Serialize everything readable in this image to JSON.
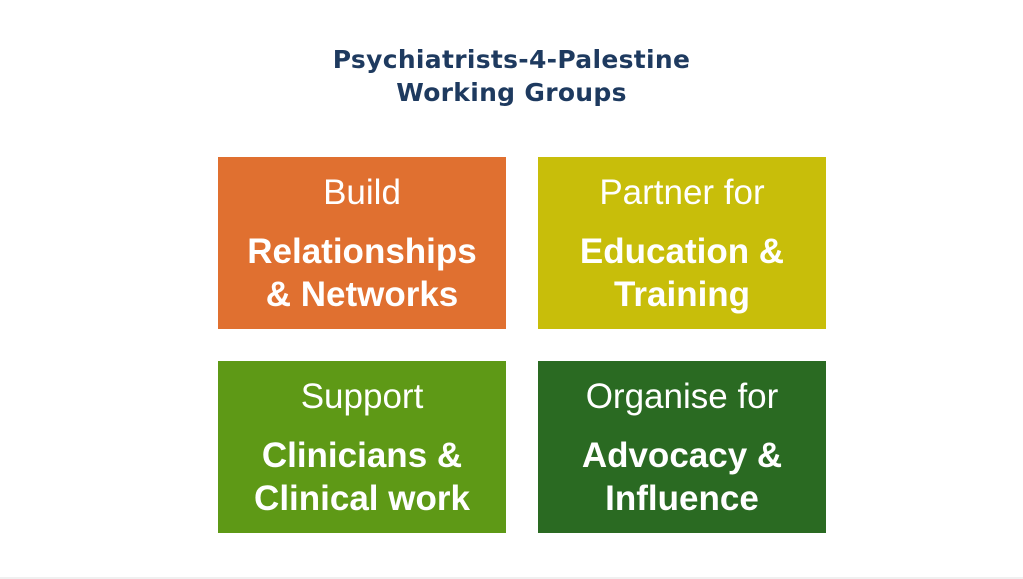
{
  "title": {
    "line1": "Psychiatrists-4-Palestine",
    "line2": "Working Groups"
  },
  "groups": [
    {
      "lead": "Build",
      "line1": "Relationships",
      "line2": "& Networks",
      "color": "#E07030"
    },
    {
      "lead": "Partner for",
      "line1": "Education &",
      "line2": "Training",
      "color": "#C8BE0A"
    },
    {
      "lead": "Support",
      "line1": "Clinicians &",
      "line2": "Clinical work",
      "color": "#5E9916"
    },
    {
      "lead": "Organise for",
      "line1": "Advocacy &",
      "line2": "Influence",
      "color": "#2A6A22"
    }
  ]
}
